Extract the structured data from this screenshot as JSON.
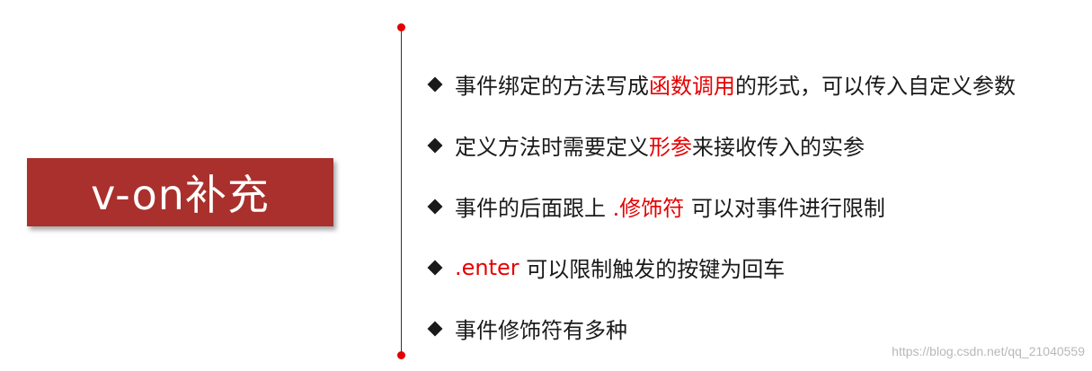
{
  "title": "v-on补充",
  "highlight_color": "#e60000",
  "title_bg_color": "#a9302c",
  "bullets": [
    {
      "before": "事件绑定的方法写成",
      "highlight": "函数调用",
      "after": "的形式，可以传入自定义参数"
    },
    {
      "before": "定义方法时需要定义",
      "highlight": "形参",
      "after": "来接收传入的实参"
    },
    {
      "before": "事件的后面跟上 ",
      "highlight": ".修饰符",
      "after": " 可以对事件进行限制"
    },
    {
      "before": "",
      "highlight": ".enter",
      "after": " 可以限制触发的按键为回车"
    },
    {
      "before": "事件修饰符有多种",
      "highlight": "",
      "after": ""
    }
  ],
  "watermark": "https://blog.csdn.net/qq_21040559"
}
